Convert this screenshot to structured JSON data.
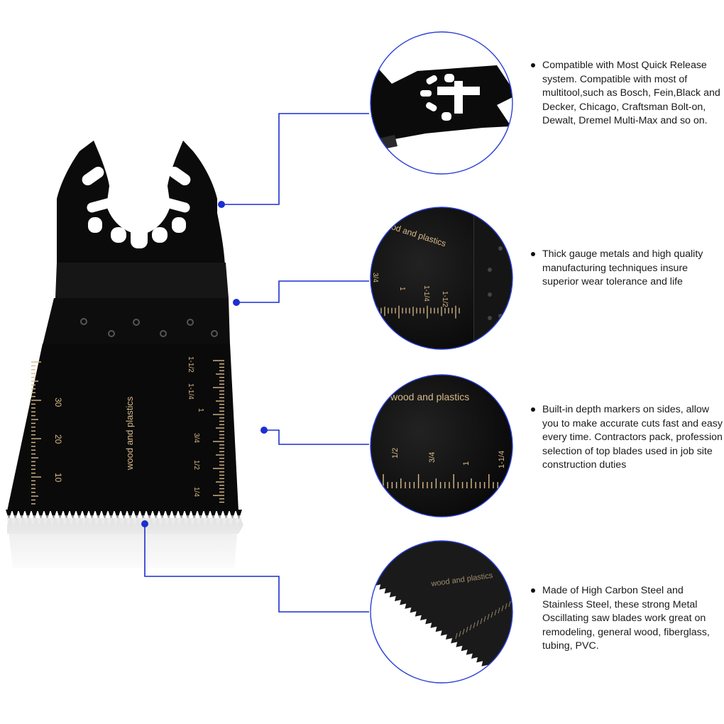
{
  "blade": {
    "brand_text": "wood and plastics",
    "metric_ticks": [
      "30",
      "20",
      "10"
    ],
    "inch_ticks": [
      "1-1/2",
      "1-1/4",
      "1",
      "3/4",
      "1/2",
      "1/4"
    ]
  },
  "callouts": [
    {
      "text": "Compatible with Most Quick Release system. Compatible with most of multitool,such as Bosch, Fein,Black and Decker, Chicago, Craftsman Bolt-on, Dewalt, Dremel Multi-Max and so on."
    },
    {
      "text": "Thick gauge metals and high quality manufacturing techniques insure superior wear tolerance and life",
      "detail_text": "wood and plastics",
      "detail_ticks": [
        "3/4",
        "1",
        "1-1/4",
        "1-1/2"
      ]
    },
    {
      "text": "Built-in depth markers on sides, allow you to make accurate cuts fast and easy every time. Contractors pack, profession selection of top blades used in job site construction duties",
      "detail_text": "wood and plastics",
      "detail_ticks": [
        "1/2",
        "3/4",
        "1",
        "1-1/4"
      ]
    },
    {
      "text": "Made of High Carbon Steel and Stainless Steel, these strong Metal Oscillating saw blades work great on remodeling, general wood, fiberglass, tubing, PVC.",
      "detail_text": "wood and plastics"
    }
  ],
  "colors": {
    "connector": "#1c2fd0",
    "blade": "#0b0b0b",
    "marking": "#d7b98a"
  }
}
